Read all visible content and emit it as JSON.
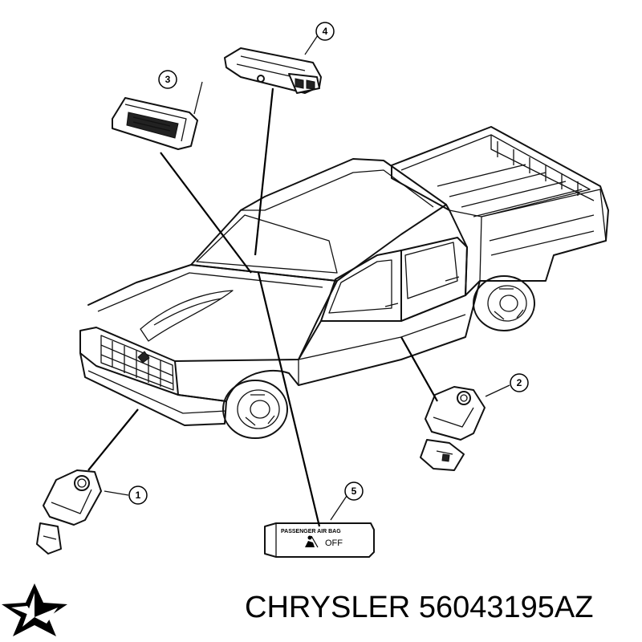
{
  "caption": {
    "brand": "CHRYSLER",
    "part_number": "56043195AZ"
  },
  "brand_logo_icon": "chrysler-pentastar-icon",
  "callouts": [
    {
      "number": "1"
    },
    {
      "number": "2"
    },
    {
      "number": "3"
    },
    {
      "number": "4"
    },
    {
      "number": "5"
    }
  ],
  "airbag_switch": {
    "title": "PASSENGER AIR BAG",
    "state": "OFF",
    "icon": "seated-passenger-icon"
  },
  "colors": {
    "line": "#111111",
    "background": "#ffffff"
  }
}
